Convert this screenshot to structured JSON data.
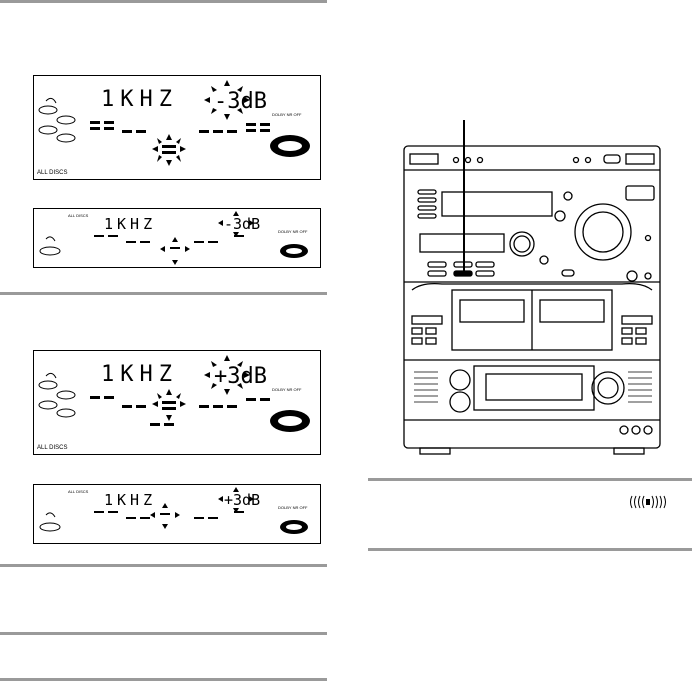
{
  "displays": [
    {
      "freq": "1KHZ",
      "level": "-3dB",
      "mode": "DOLBY NR OFF",
      "disc_label": "ALL DISCS"
    },
    {
      "freq": "1KHZ",
      "level": "-3dB",
      "mode": "DOLBY NR OFF",
      "disc_label": "ALL DISCS"
    },
    {
      "freq": "1KHZ",
      "level": "+3dB",
      "mode": "DOLBY NR OFF",
      "disc_label": "ALL DISCS"
    },
    {
      "freq": "1KHZ",
      "level": "+3dB",
      "mode": "DOLBY NR OFF",
      "disc_label": "ALL DISCS"
    }
  ],
  "icons": {
    "surround": "surround-sound-icon",
    "stereo": "stereo-system-icon"
  },
  "colors": {
    "rule": "#9a9a9a",
    "ink": "#000000"
  }
}
